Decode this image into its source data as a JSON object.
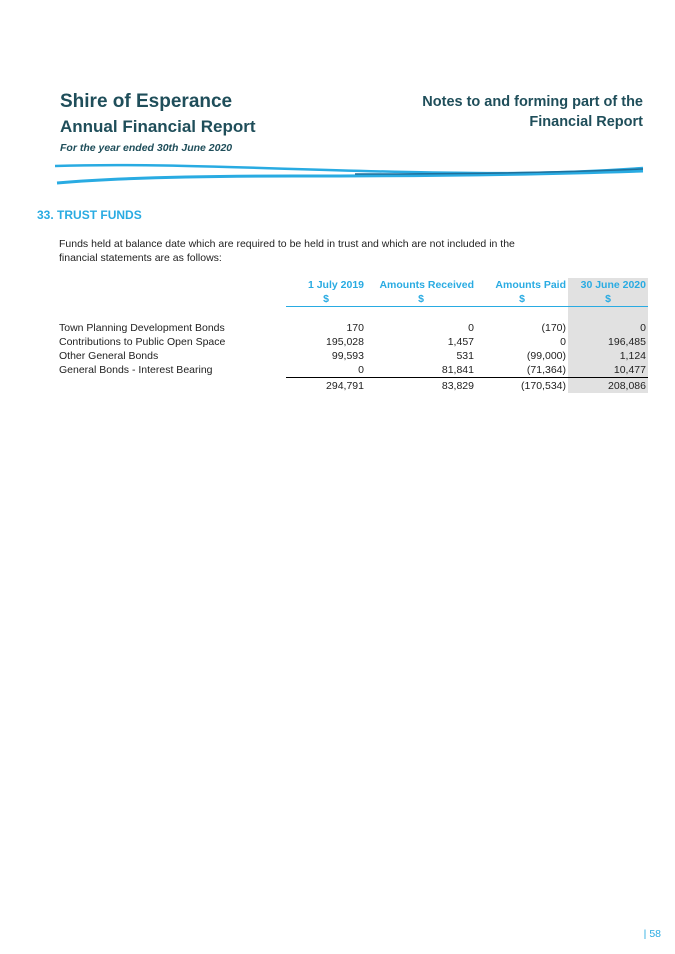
{
  "header": {
    "title": "Shire of Esperance",
    "subtitle": "Annual Financial Report",
    "period": "For the year ended 30th June 2020",
    "notes_line1": "Notes to and forming part of the",
    "notes_line2": "Financial Report"
  },
  "section": {
    "number": "33.",
    "title": "TRUST FUNDS",
    "intro_line1": "Funds held at balance date which are required to be held in trust and which are not included in the",
    "intro_line2": "financial statements are as follows:"
  },
  "table": {
    "columns": [
      "1 July 2019",
      "Amounts Received",
      "Amounts Paid",
      "30 June 2020"
    ],
    "units": [
      "$",
      "$",
      "$",
      "$"
    ],
    "rows": [
      {
        "label": "Town Planning Development Bonds",
        "values": [
          "170",
          "0",
          "(170)",
          "0"
        ]
      },
      {
        "label": "Contributions to Public Open Space",
        "values": [
          "195,028",
          "1,457",
          "0",
          "196,485"
        ]
      },
      {
        "label": "Other General Bonds",
        "values": [
          "99,593",
          "531",
          "(99,000)",
          "1,124"
        ]
      },
      {
        "label": "General Bonds - Interest Bearing",
        "values": [
          "0",
          "81,841",
          "(71,364)",
          "10,477"
        ]
      }
    ],
    "totals": [
      "294,791",
      "83,829",
      "(170,534)",
      "208,086"
    ]
  },
  "footer": {
    "page": "| 58"
  },
  "colors": {
    "accent": "#29abe2",
    "heading": "#1f4e5a",
    "highlight": "#e1e1e1"
  }
}
